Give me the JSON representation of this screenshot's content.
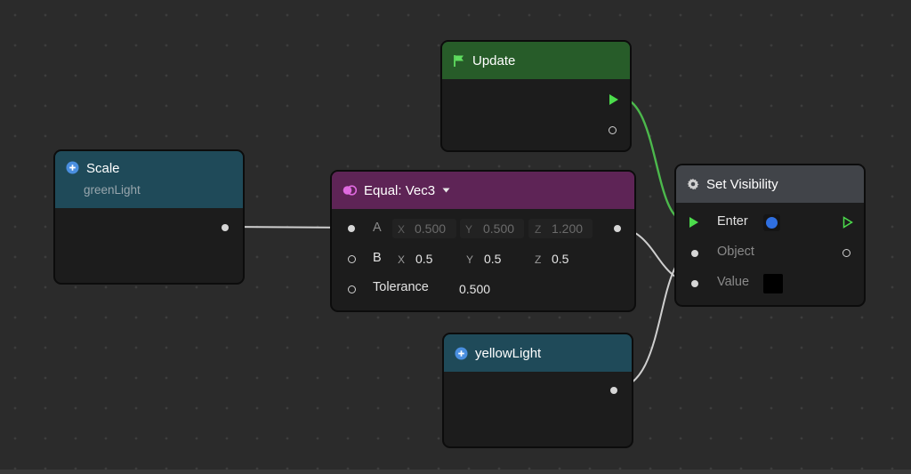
{
  "nodes": {
    "scale": {
      "title": "Scale",
      "subtitle": "greenLight",
      "icon": "plus-circle-icon"
    },
    "update": {
      "title": "Update",
      "icon": "flag-icon"
    },
    "equal": {
      "title": "Equal: Vec3",
      "icon": "equal-compare-icon",
      "rows": {
        "a": {
          "label": "A",
          "x_axis": "X",
          "x": "0.500",
          "y_axis": "Y",
          "y": "0.500",
          "z_axis": "Z",
          "z": "1.200"
        },
        "b": {
          "label": "B",
          "x_axis": "X",
          "x": "0.5",
          "y_axis": "Y",
          "y": "0.5",
          "z_axis": "Z",
          "z": "0.5"
        },
        "tolerance": {
          "label": "Tolerance",
          "value": "0.500"
        }
      }
    },
    "set_visibility": {
      "title": "Set Visibility",
      "icon": "gear-icon",
      "rows": {
        "enter": "Enter",
        "object": "Object",
        "value": "Value"
      },
      "enter_toggle_color": "#2f6fe0",
      "value_swatch_color": "#000000"
    },
    "yellow_light": {
      "title": "yellowLight",
      "icon": "plus-circle-icon"
    }
  },
  "colors": {
    "canvas": "#2b2b2b",
    "exec_wire": "#4cb84c",
    "data_wire": "#cfcfcf",
    "variable_header": "#1f4a59",
    "event_header": "#275c29",
    "operator_header": "#5e2456",
    "action_header": "#414449"
  }
}
